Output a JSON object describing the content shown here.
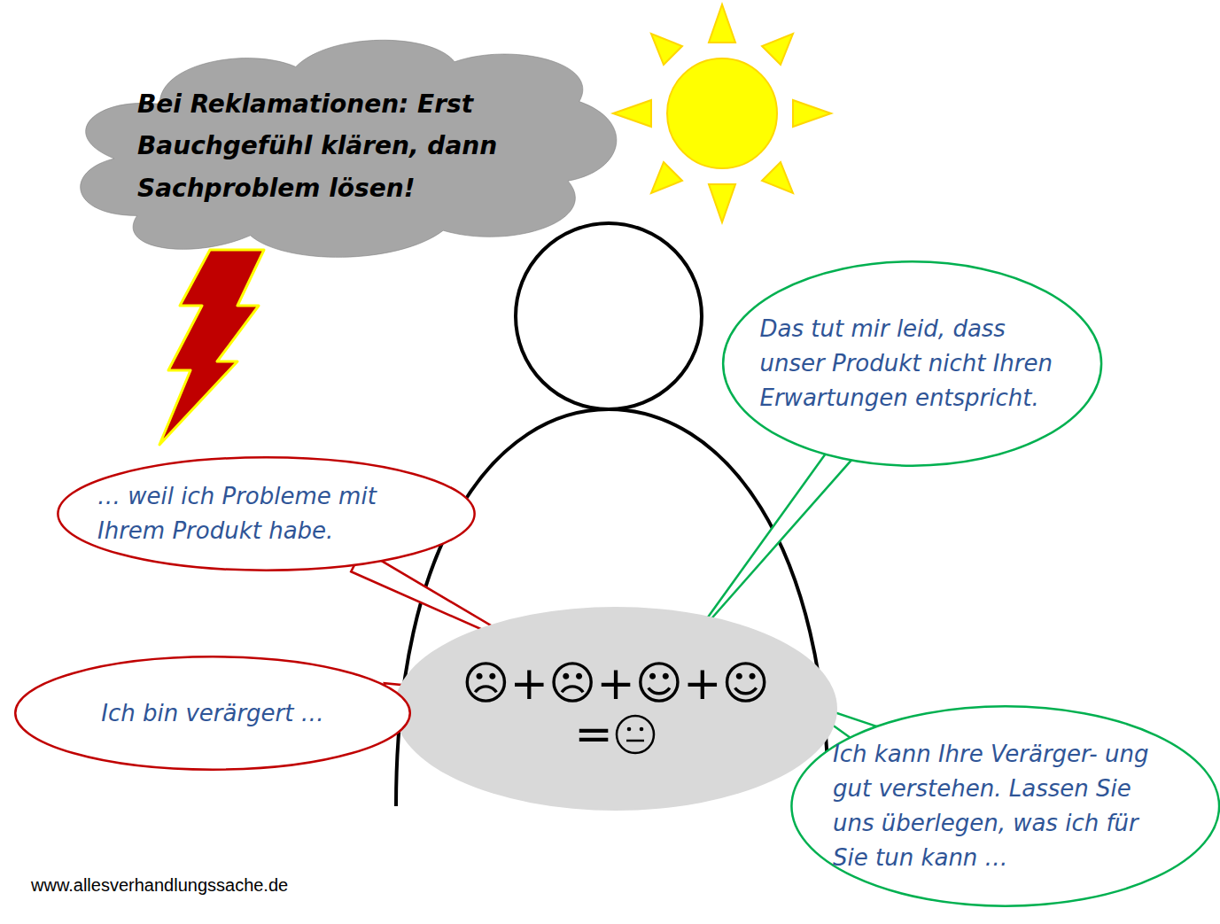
{
  "diagram": {
    "nodes": [
      {
        "text": [
          "Bei Reklamationen: Erst Bauchgefühl klären, dann Sachproblem lösen!"
        ]
      },
      {
        "text": [
          "Das tut mir leid, dass unser Produkt nicht Ihren Erwartungen entspricht."
        ]
      },
      {
        "text": [
          "… weil ich Probleme mit Ihrem Produkt habe."
        ]
      },
      {
        "text": [
          "☹+☹+☺+☺",
          "="
        ]
      },
      {
        "text": [
          "Ich bin verärgert …"
        ]
      },
      {
        "text": [
          "Ich kann Ihre Verärger- ung gut verstehen. Lassen Sie uns überlegen, was ich für Sie tun kann …"
        ]
      }
    ],
    "edges": [
      {
        "from": 2,
        "to": 3,
        "arrow": "none"
      },
      {
        "from": 1,
        "to": 3,
        "arrow": "none"
      },
      {
        "from": 4,
        "to": 3,
        "arrow": "none"
      },
      {
        "from": 5,
        "to": 3,
        "arrow": "none"
      }
    ],
    "labels": [
      "www.allesverhandlungssache.de"
    ]
  }
}
